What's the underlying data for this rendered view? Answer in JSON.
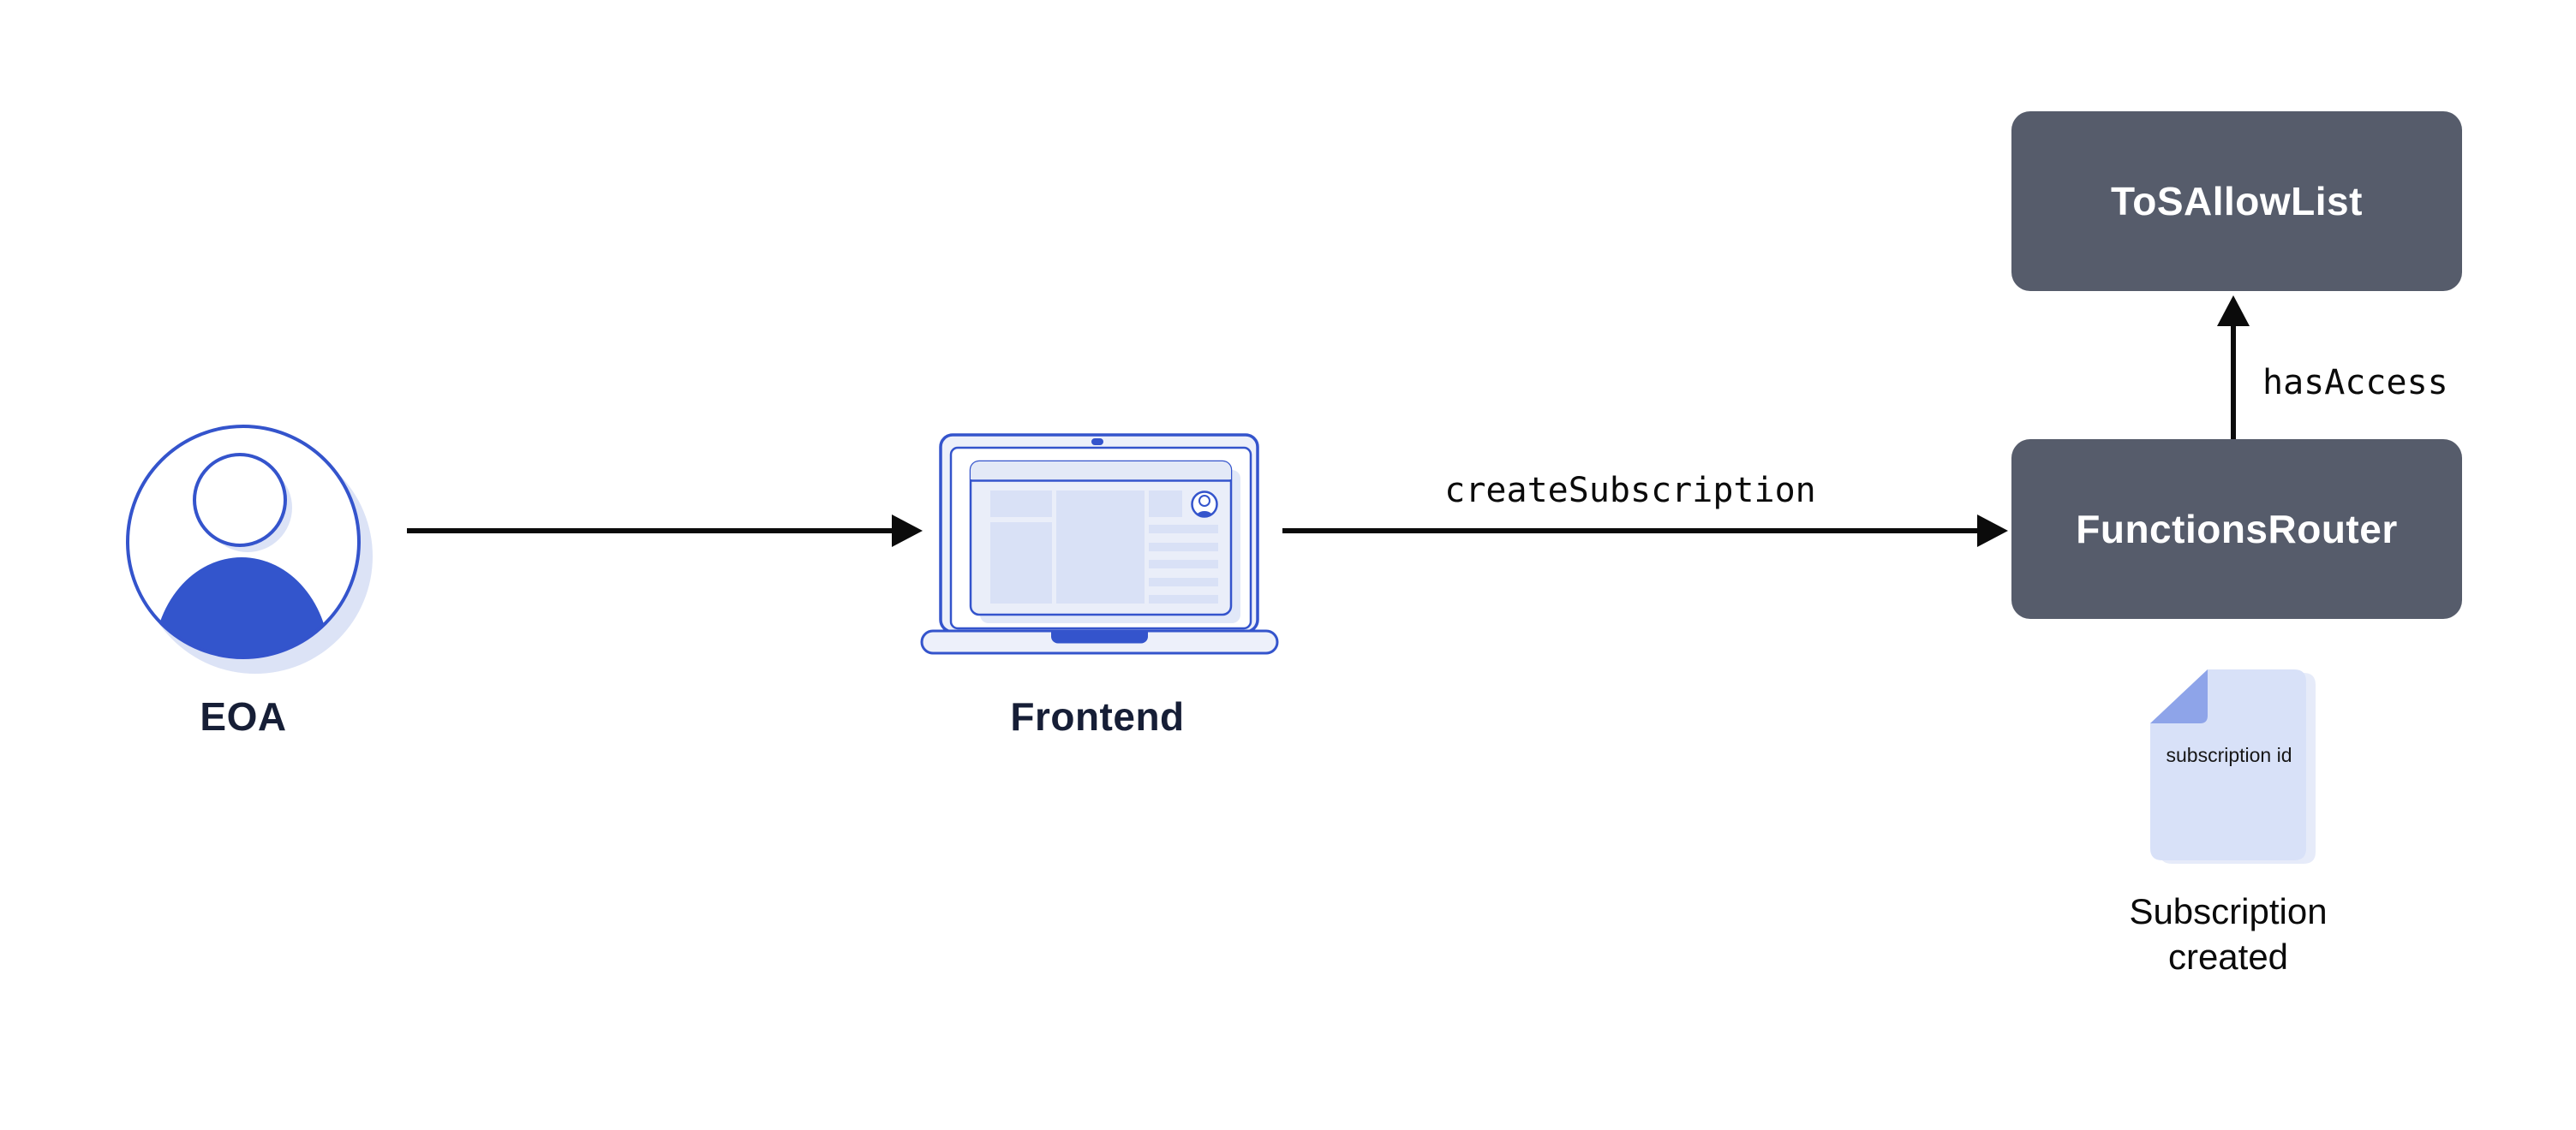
{
  "nodes": {
    "eoa": {
      "label": "EOA"
    },
    "frontend": {
      "label": "Frontend"
    },
    "functions_router": {
      "label": "FunctionsRouter"
    },
    "tos_allow_list": {
      "label": "ToSAllowList"
    }
  },
  "edges": {
    "eoa_to_frontend": {
      "label": ""
    },
    "frontend_to_functions_router": {
      "label": "createSubscription"
    },
    "functions_router_to_tos_allow_list": {
      "label": "hasAccess"
    }
  },
  "artifact": {
    "document_text": "subscription id",
    "caption": "Subscription created"
  },
  "colors": {
    "brand_blue": "#3454CC",
    "blue_fill": "#3355CC",
    "contract_box": "#565C6B",
    "label_navy": "#161E36",
    "arrow_black": "#0B0B0B",
    "light_shadow": "#DCE3F6",
    "laptop_body": "#EDF0FA",
    "window_body": "#EAEEF9",
    "window_header": "#E3E9F7",
    "content_block": "#D9E1F6",
    "doc_fill": "#D8E1F8",
    "doc_fold": "#8EA4E9"
  }
}
